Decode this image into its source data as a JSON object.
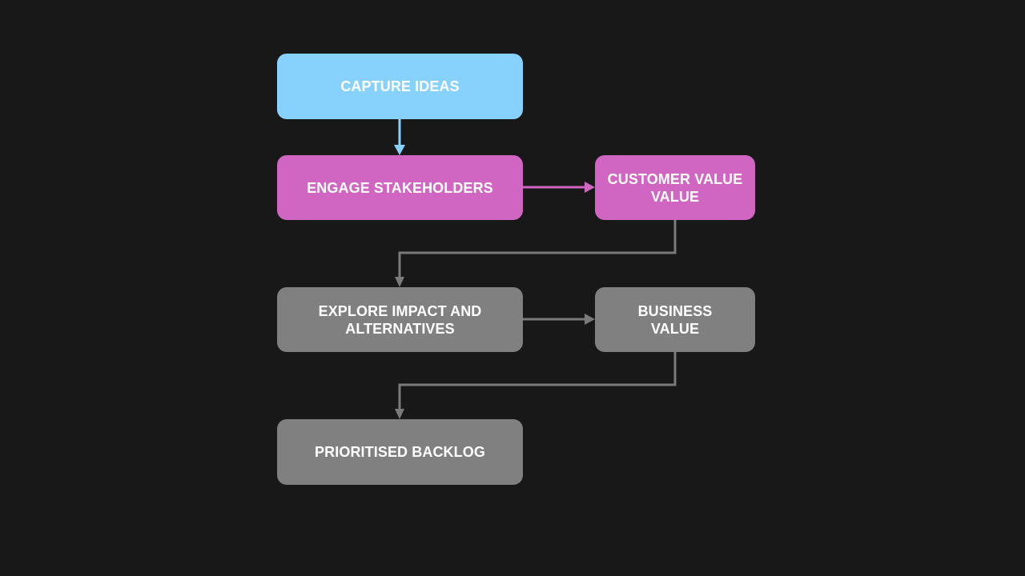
{
  "diagram": {
    "nodes": [
      {
        "id": "capture",
        "label": "CAPTURE IDEAS",
        "fill": "#87D1FD"
      },
      {
        "id": "engage",
        "label": "ENGAGE STAKEHOLDERS",
        "fill": "#D066C2"
      },
      {
        "id": "customer",
        "label": "CUSTOMER VALUE\nVALUE",
        "fill": "#D066C2"
      },
      {
        "id": "explore",
        "label": "EXPLORE IMPACT AND\nALTERNATIVES",
        "fill": "#808080"
      },
      {
        "id": "business",
        "label": "BUSINESS\nVALUE",
        "fill": "#808080"
      },
      {
        "id": "backlog",
        "label": "PRIORITISED BACKLOG",
        "fill": "#808080"
      }
    ],
    "edges": [
      {
        "from": "capture",
        "to": "engage",
        "color": "#87D1FD"
      },
      {
        "from": "engage",
        "to": "customer",
        "color": "#D066C2"
      },
      {
        "from": "customer",
        "to": "explore",
        "color": "#7A7A7A"
      },
      {
        "from": "explore",
        "to": "business",
        "color": "#7A7A7A"
      },
      {
        "from": "business",
        "to": "backlog",
        "color": "#7A7A7A"
      }
    ],
    "background": "#181818",
    "text_color": "#FFFFFF"
  }
}
